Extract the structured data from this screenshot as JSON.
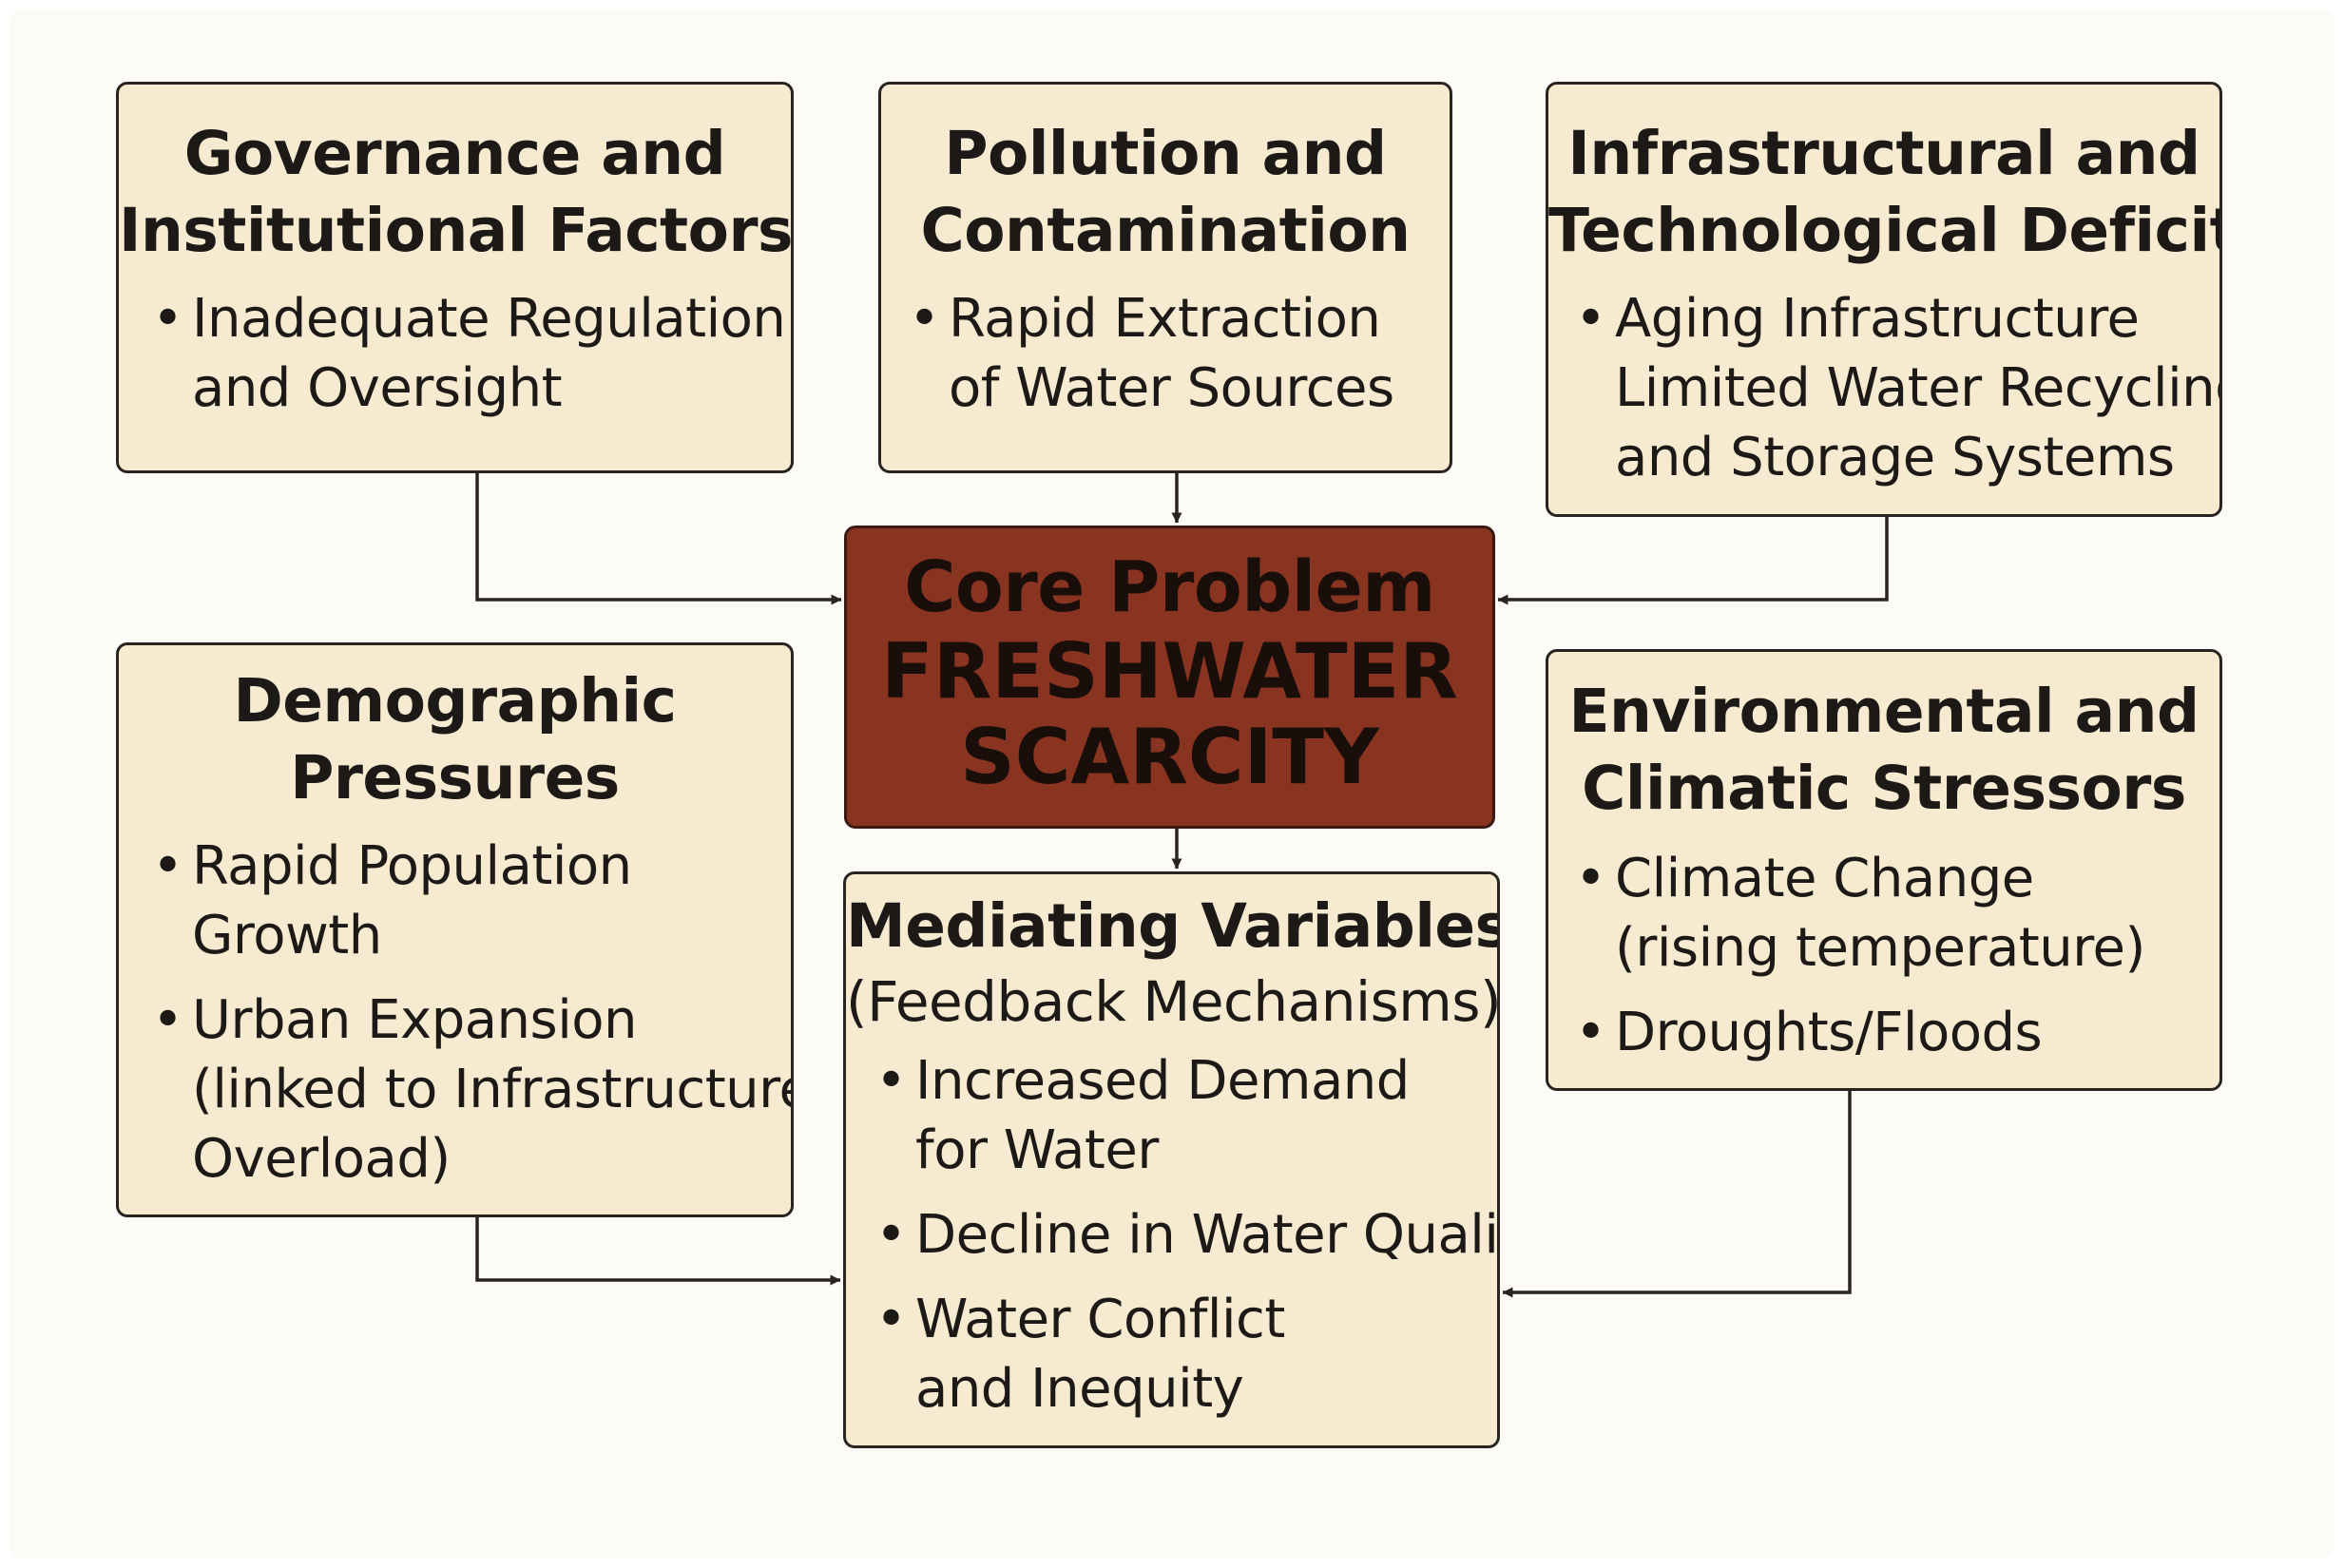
{
  "diagram": {
    "core": {
      "title": "Core Problem",
      "line1": "FRESHWATER",
      "line2": "SCARCITY"
    },
    "governance": {
      "title_line1": "Governance and",
      "title_line2": "Institutional Factors",
      "items": [
        [
          "Inadequate Regulation",
          "and Oversight"
        ]
      ]
    },
    "pollution": {
      "title_line1": "Pollution and",
      "title_line2": "Contamination",
      "items": [
        [
          "Rapid Extraction",
          "of Water Sources"
        ]
      ]
    },
    "infrastructure": {
      "title_line1": "Infrastructural and",
      "title_line2": "Technological Deficits",
      "items": [
        [
          "Aging Infrastructure",
          "Limited Water Recycling",
          "and Storage Systems"
        ]
      ]
    },
    "demographic": {
      "title_line1": "Demographic",
      "title_line2": "Pressures",
      "items": [
        [
          "Rapid Population",
          "Growth"
        ],
        [
          "Urban Expansion",
          "(linked to Infrastructure",
          "Overload)"
        ]
      ]
    },
    "mediating": {
      "title": "Mediating Variables",
      "subtitle": "(Feedback Mechanisms)",
      "items": [
        [
          "Increased Demand",
          "for Water"
        ],
        [
          "Decline in Water Qualit"
        ],
        [
          "Water Conflict",
          "and Inequity"
        ]
      ]
    },
    "environmental": {
      "title_line1": "Environmental and",
      "title_line2": "Climatic Stressors",
      "items": [
        [
          "Climate Change",
          "(rising temperature)"
        ],
        [
          "Droughts/Floods"
        ]
      ]
    },
    "colors": {
      "box_fill": "#f6ead1",
      "core_fill": "#883421",
      "line": "#2a2420",
      "background": "#fcfbf7"
    }
  }
}
